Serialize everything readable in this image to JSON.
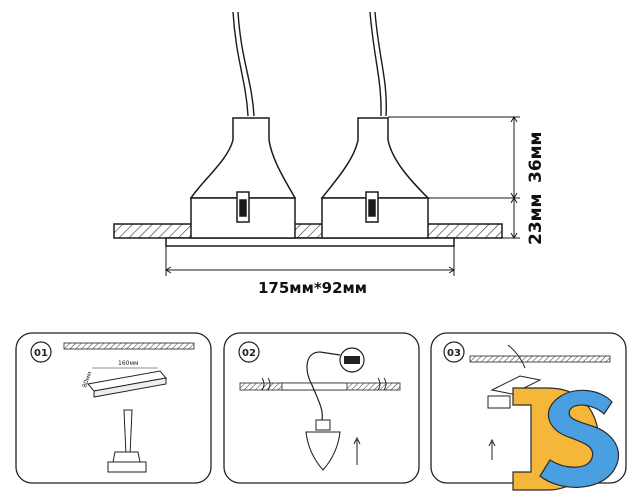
{
  "dimensions": {
    "height_top": "36мм",
    "height_bottom": "23мм",
    "width_label": "175мм*92мм"
  },
  "steps": [
    {
      "number": "01",
      "inner_length": "160мм",
      "inner_width": "80мм"
    },
    {
      "number": "02"
    },
    {
      "number": "03"
    }
  ],
  "logo": {
    "text": "DS",
    "colors": {
      "d": "#f4b73a",
      "s": "#4a9fe0",
      "outline": "#2b2b2b"
    }
  },
  "colors": {
    "line": "#1a1a1a",
    "hatch": "#333333"
  }
}
